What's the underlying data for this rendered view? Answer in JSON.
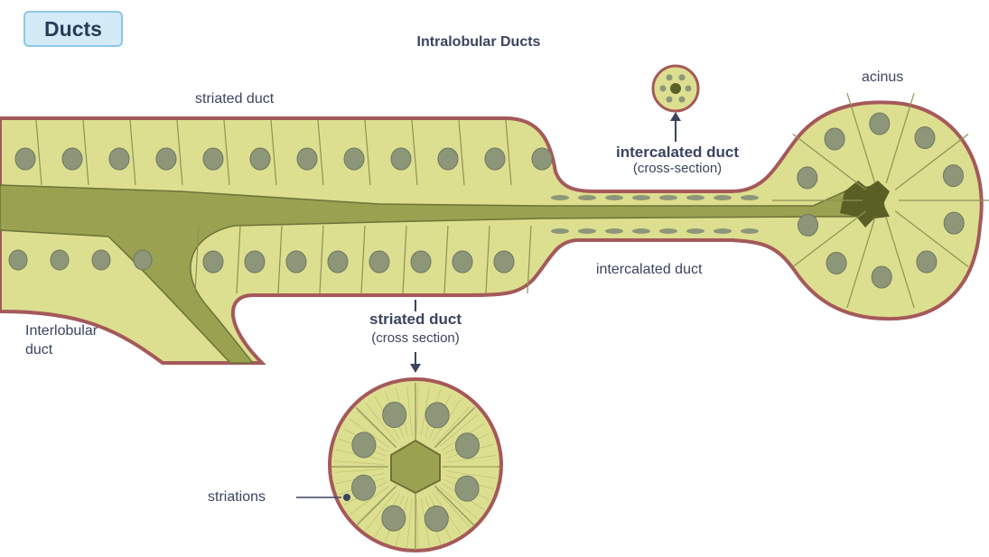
{
  "header": {
    "badge": "Ducts",
    "title": "Intralobular Ducts"
  },
  "labels": {
    "striated_duct_top": "striated duct",
    "acinus": "acinus",
    "intercalated_cross_title": "intercalated duct",
    "intercalated_cross_sub": "(cross-section)",
    "intercalated_duct": "intercalated duct",
    "interlobular_line1": "Interlobular",
    "interlobular_line2": "duct",
    "striated_cross_title": "striated duct",
    "striated_cross_sub": "(cross section)",
    "striations": "striations"
  },
  "colors": {
    "cell_fill": "#dcdf8f",
    "cell_fill_dark": "#c9cd6e",
    "membrane": "#a5595a",
    "nucleus": "#8e967a",
    "lumen": "#7e8540",
    "text": "#3a4460",
    "badge_bg": "#d4ebf7"
  }
}
